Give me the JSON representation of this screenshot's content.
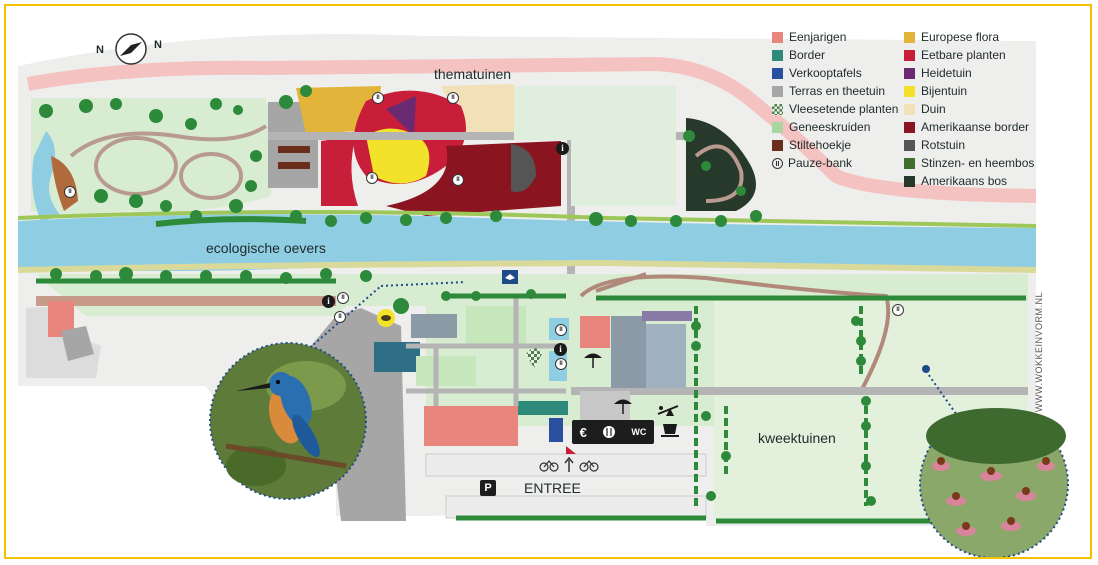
{
  "map": {
    "labels": {
      "themed_gardens": "thematuinen",
      "eco_banks": "ecologische oevers",
      "nursery_gardens": "kweektuinen",
      "entrance": "ENTREE"
    },
    "compass": {
      "left_letter": "N",
      "right_letter": "N",
      "icon": "compass-icon"
    },
    "facilities": {
      "euro": "€",
      "food_icon": "restaurant-icon",
      "wc": "WC"
    },
    "parking": "P",
    "credit": "WWW.WOKKEINVORM.NL",
    "poi_info": "i",
    "bench_symbol": "II",
    "photos": [
      {
        "subject": "kingfisher",
        "icon": "kingfisher-photo"
      },
      {
        "subject": "echinacea",
        "icon": "coneflower-photo"
      }
    ]
  },
  "legend": {
    "column1": [
      {
        "label": "Eenjarigen",
        "color": "#e8867d"
      },
      {
        "label": "Border",
        "color": "#2e8b7a"
      },
      {
        "label": "Verkooptafels",
        "color": "#2a4f9e"
      },
      {
        "label": "Terras en theetuin",
        "color": "#a6a6a6"
      },
      {
        "label": "Vleesetende planten",
        "color": "#4f7f4f",
        "pattern": "checker"
      },
      {
        "label": "Geneeskruiden",
        "color": "#a8d5a0"
      },
      {
        "label": "Stiltehoekje",
        "color": "#6b2e1a"
      },
      {
        "label": "Pauze-bank",
        "symbol": "bench"
      }
    ],
    "column2": [
      {
        "label": "Europese flora",
        "color": "#e3b43a"
      },
      {
        "label": "Eetbare planten",
        "color": "#c81e3a"
      },
      {
        "label": "Heidetuin",
        "color": "#6a2a72"
      },
      {
        "label": "Bijentuin",
        "color": "#f2e22a"
      },
      {
        "label": "Duin",
        "color": "#f1e0b8"
      },
      {
        "label": "Amerikaanse border",
        "color": "#8a1420"
      },
      {
        "label": "Rotstuin",
        "color": "#555555"
      },
      {
        "label": "Stinzen- en heembos",
        "color": "#3f6e2f"
      },
      {
        "label": "Amerikaans bos",
        "color": "#26392a"
      }
    ]
  },
  "colors": {
    "frame": "#f2c200",
    "water": "#8fcde3",
    "path_pink": "#f4c2c0",
    "lawn": "#d8ecd2",
    "path_grey": "#b4b4b4",
    "tree": "#2d8a3a"
  }
}
